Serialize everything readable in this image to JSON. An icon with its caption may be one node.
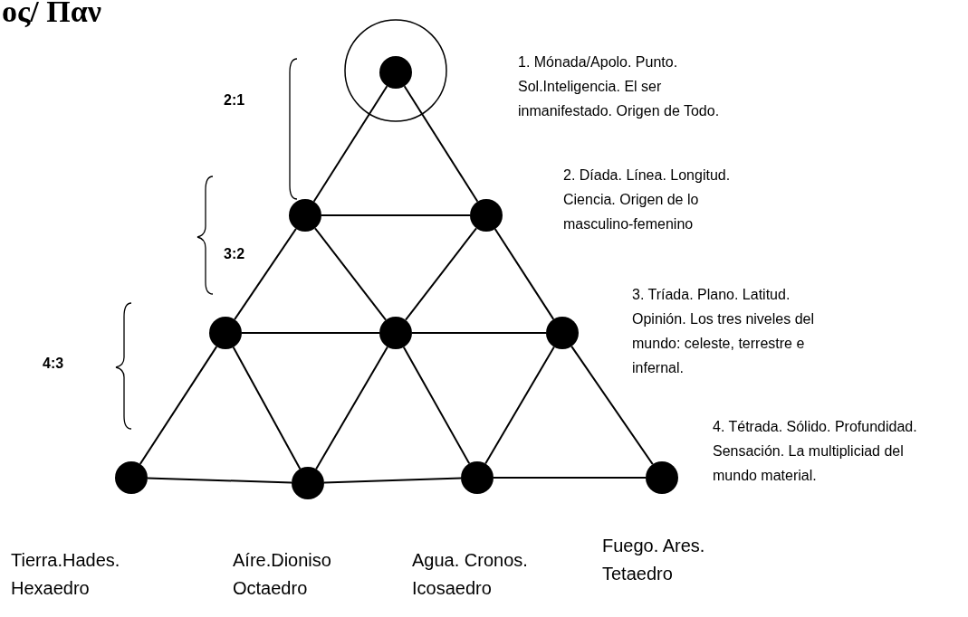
{
  "diagram": {
    "title": "ος/ Παν",
    "nodes": [
      {
        "text": [],
        "shape": "circle"
      },
      {
        "text": [],
        "shape": "circle",
        "in": 0
      },
      {
        "text": [],
        "shape": "circle"
      },
      {
        "text": [],
        "shape": "circle"
      },
      {
        "text": [],
        "shape": "circle"
      },
      {
        "text": [],
        "shape": "circle"
      },
      {
        "text": [],
        "shape": "circle"
      },
      {
        "text": [],
        "shape": "circle",
        "beside": [
          "Tierra.Hades. Hexaedro"
        ]
      },
      {
        "text": [],
        "shape": "circle",
        "beside": [
          "Aíre.Dioniso Octaedro"
        ]
      },
      {
        "text": [],
        "shape": "circle",
        "beside": [
          "Agua. Cronos. Icosaedro"
        ]
      },
      {
        "text": [],
        "shape": "circle",
        "beside": [
          "Fuego. Ares. Tetaedro"
        ]
      }
    ],
    "edges": [
      {
        "from": 1,
        "to": 2,
        "arrow": "none"
      },
      {
        "from": 1,
        "to": 3,
        "arrow": "none"
      },
      {
        "from": 2,
        "to": 3,
        "arrow": "none"
      },
      {
        "from": 2,
        "to": 4,
        "arrow": "none"
      },
      {
        "from": 2,
        "to": 5,
        "arrow": "none"
      },
      {
        "from": 3,
        "to": 5,
        "arrow": "none"
      },
      {
        "from": 3,
        "to": 6,
        "arrow": "none"
      },
      {
        "from": 4,
        "to": 5,
        "arrow": "none"
      },
      {
        "from": 5,
        "to": 6,
        "arrow": "none"
      },
      {
        "from": 4,
        "to": 7,
        "arrow": "none"
      },
      {
        "from": 4,
        "to": 8,
        "arrow": "none"
      },
      {
        "from": 5,
        "to": 8,
        "arrow": "none"
      },
      {
        "from": 5,
        "to": 9,
        "arrow": "none"
      },
      {
        "from": 6,
        "to": 9,
        "arrow": "none"
      },
      {
        "from": 6,
        "to": 10,
        "arrow": "none"
      },
      {
        "from": 7,
        "to": 8,
        "arrow": "none"
      },
      {
        "from": 8,
        "to": 9,
        "arrow": "none"
      },
      {
        "from": 9,
        "to": 10,
        "arrow": "none"
      }
    ],
    "labels": [
      "1. Mónada/Apolo. Punto. Sol.Inteligencia. El ser inmanifestado. Origen de Todo.",
      "2:1",
      "2. Díada. Línea. Longitud. Ciencia.  Origen de lo masculino-femenino",
      "3:2",
      "3. Tríada. Plano. Latitud. Opinión. Los tres niveles del mundo: celeste, terrestre e infernal.",
      "4:3",
      "4. Tétrada. Sólido. Profundidad. Sensación. La multipliciad del mundo material."
    ]
  }
}
